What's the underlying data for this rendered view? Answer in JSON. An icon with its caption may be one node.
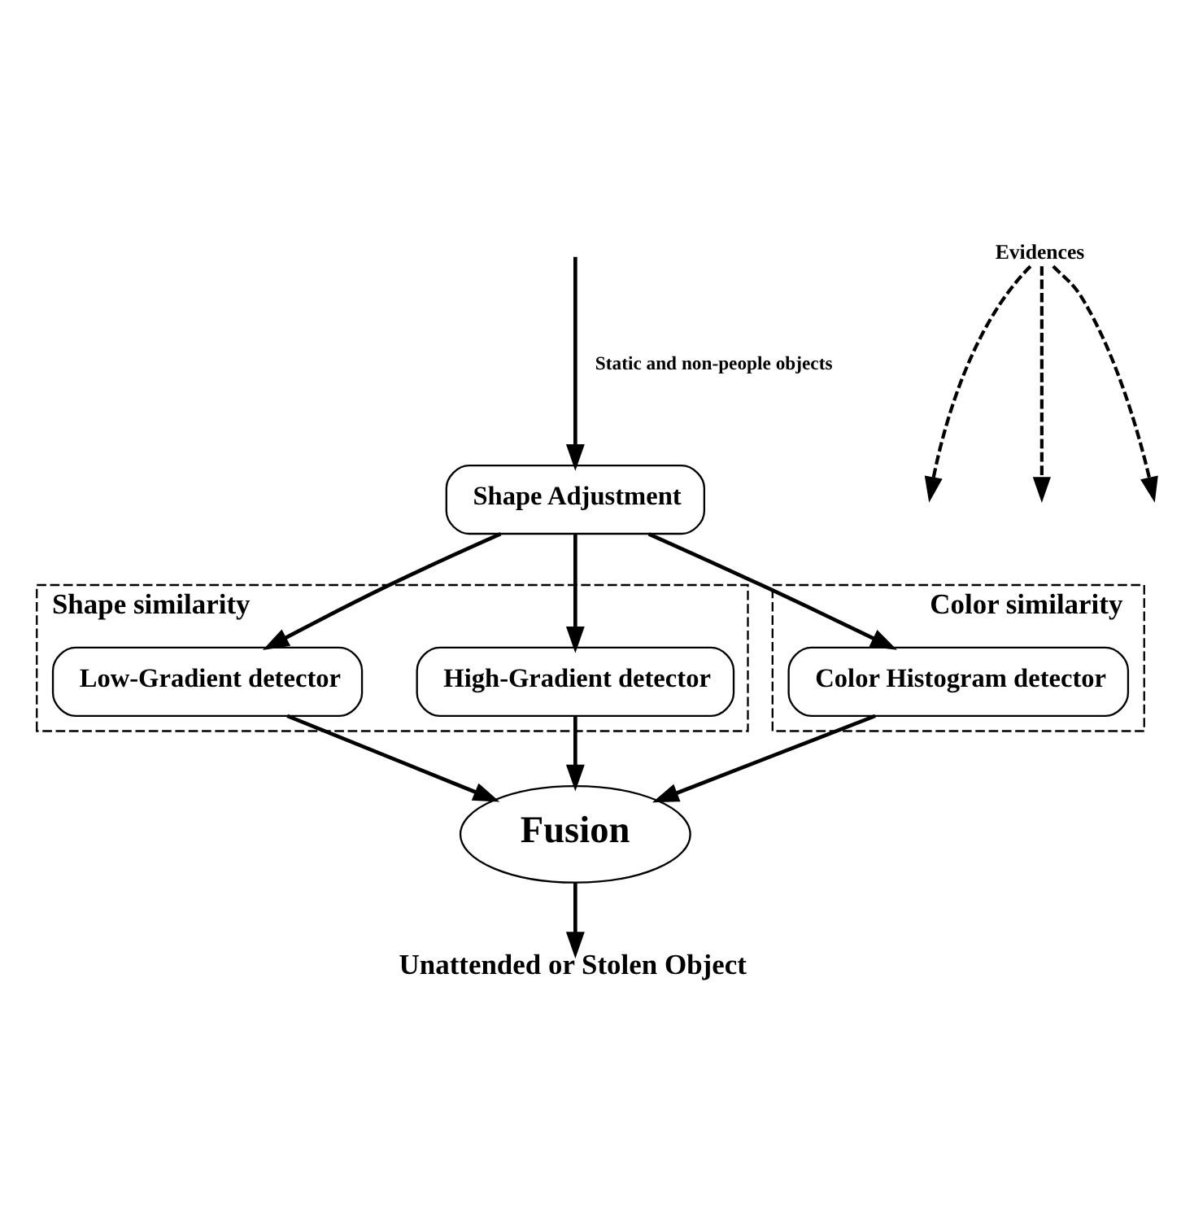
{
  "diagram": {
    "nodes": [
      {
        "text": [
          "Shape Adjustment"
        ]
      },
      {
        "text": [
          "Shape similarity"
        ]
      },
      {
        "text": [
          "Low-Gradient detector"
        ],
        "in": 1
      },
      {
        "text": [
          "High-Gradient detector"
        ],
        "in": 1
      },
      {
        "text": [
          "Color similarity"
        ]
      },
      {
        "text": [
          "Color Histogram detector"
        ],
        "in": 4
      },
      {
        "text": [
          "Fusion"
        ]
      },
      {
        "text": [
          "Evidences"
        ]
      },
      {
        "text": [
          "Unattended or Stolen Object"
        ]
      }
    ],
    "edges": [
      {
        "from": null,
        "to": 0,
        "arrow": "to",
        "label": "Static and non-people objects"
      },
      {
        "from": 0,
        "to": 2,
        "arrow": "to"
      },
      {
        "from": 0,
        "to": 3,
        "arrow": "to"
      },
      {
        "from": 0,
        "to": 5,
        "arrow": "to"
      },
      {
        "from": 2,
        "to": 6,
        "arrow": "to"
      },
      {
        "from": 3,
        "to": 6,
        "arrow": "to"
      },
      {
        "from": 5,
        "to": 6,
        "arrow": "to"
      },
      {
        "from": 7,
        "to": null,
        "arrow": "to",
        "style": "dashed"
      },
      {
        "from": 7,
        "to": null,
        "arrow": "to",
        "style": "dashed"
      },
      {
        "from": 7,
        "to": null,
        "arrow": "to",
        "style": "dashed"
      },
      {
        "from": 6,
        "to": 8,
        "arrow": "to"
      }
    ]
  }
}
